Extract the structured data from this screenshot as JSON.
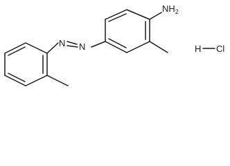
{
  "molecule": {
    "labels": {
      "amine_symbol": "NH",
      "amine_subscript": "2",
      "azo_n1": "N",
      "azo_n2": "N",
      "hcl_h": "H",
      "hcl_cl": "Cl"
    }
  }
}
